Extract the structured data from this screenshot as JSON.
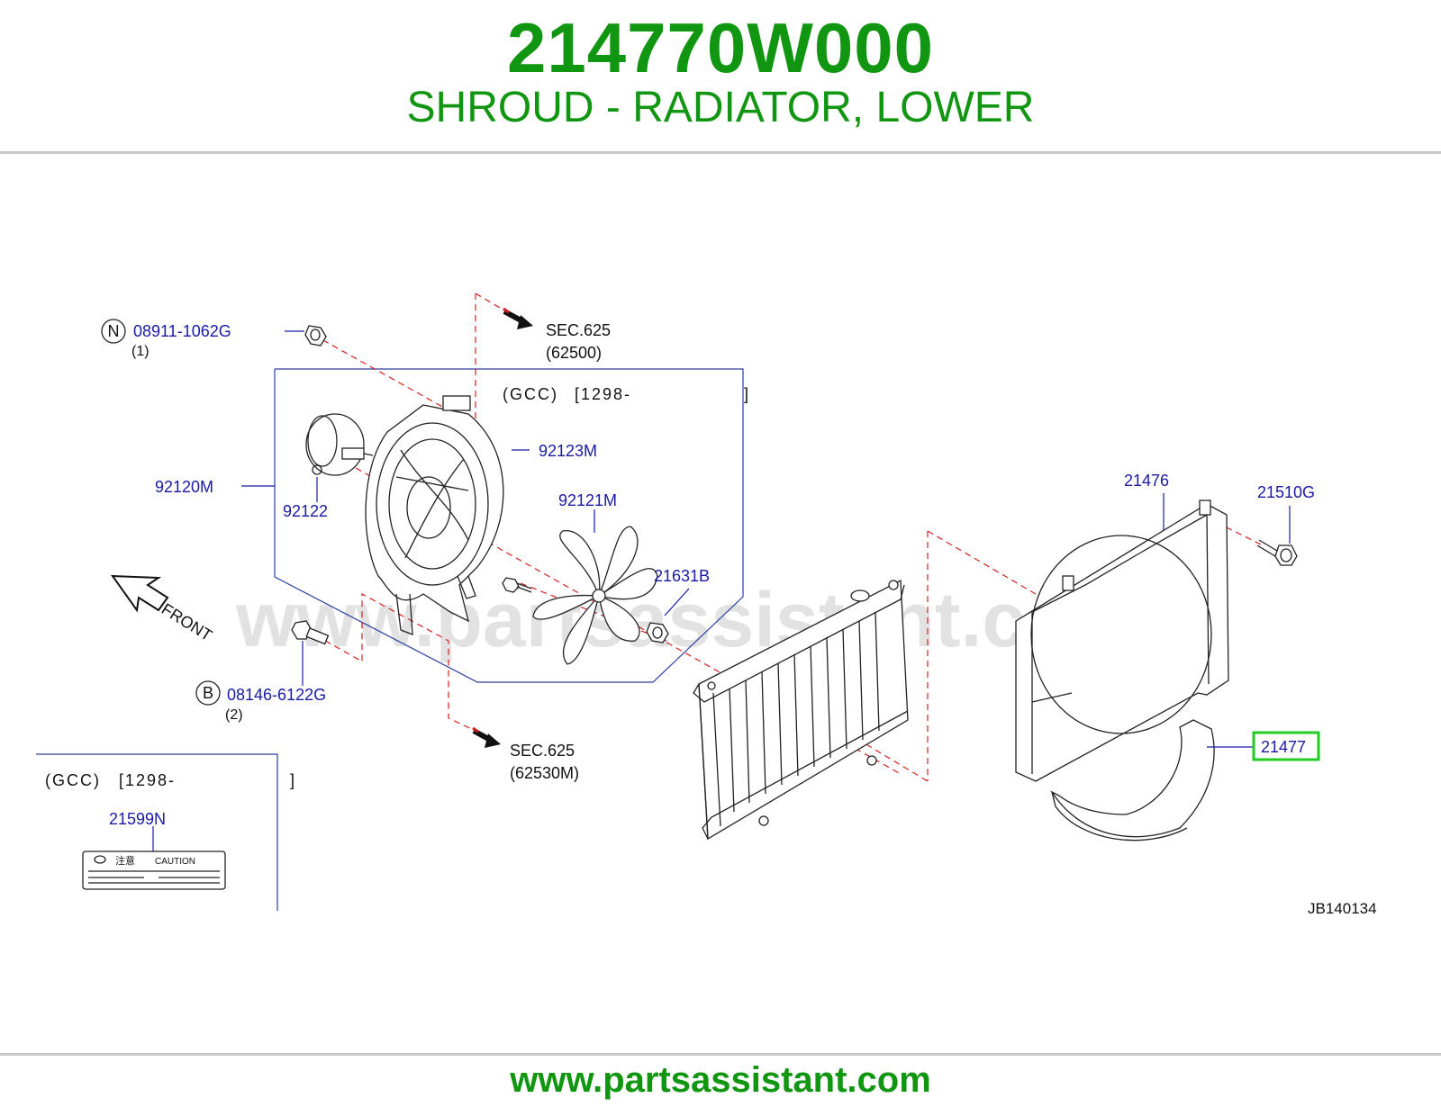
{
  "header": {
    "part_number": "214770W000",
    "description": "SHROUD - RADIATOR, LOWER"
  },
  "footer": {
    "url": "www.partsassistant.com"
  },
  "watermark": "www.partsassistant.com",
  "diagram": {
    "code": "JB140134",
    "front_label": "FRONT",
    "callouts": {
      "c_0891": {
        "number": "08911-1062G",
        "marker": "N",
        "qty": "(1)"
      },
      "c_0814": {
        "number": "08146-6122G",
        "marker": "B",
        "qty": "(2)"
      },
      "c_92120M": {
        "number": "92120M"
      },
      "c_92122": {
        "number": "92122"
      },
      "c_92123M": {
        "number": "92123M"
      },
      "c_92121M": {
        "number": "92121M"
      },
      "c_21631B": {
        "number": "21631B"
      },
      "c_21476": {
        "number": "21476"
      },
      "c_21510G": {
        "number": "21510G"
      },
      "c_21477": {
        "number": "21477"
      },
      "c_21599N": {
        "number": "21599N"
      }
    },
    "sections": {
      "sec_top": {
        "label": "SEC.625",
        "sub": "(62500)"
      },
      "sec_bottom": {
        "label": "SEC.625",
        "sub": "(62530M)"
      }
    },
    "gcc_notes": {
      "upper": {
        "region": "(GCC)",
        "range": "[1298-",
        "close": "]"
      },
      "lower": {
        "region": "(GCC)",
        "range": "[1298-",
        "close": "]"
      }
    },
    "caution_label": {
      "jp": "注意",
      "en": "CAUTION"
    }
  },
  "colors": {
    "accent_green": "#119611",
    "callout_blue": "#1a1aa6",
    "highlight_green": "#22cc22",
    "dash_red": "#d42020"
  }
}
